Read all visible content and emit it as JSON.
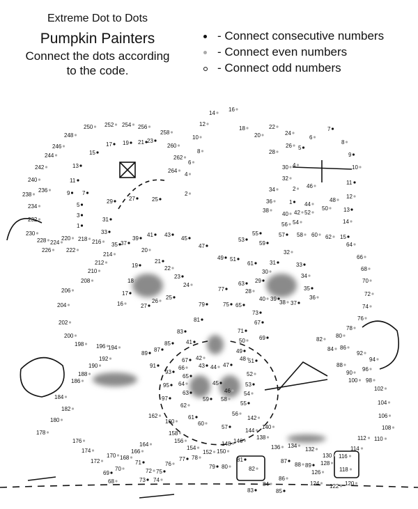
{
  "header": {
    "series": "Extreme Dot to Dots",
    "title": "Pumpkin Painters",
    "instruction": "Connect the dots according to the code."
  },
  "legend": [
    {
      "symbol": "black-dot-icon",
      "text": "- Connect consecutive numbers"
    },
    {
      "symbol": "gray-dot-icon",
      "text": "- Connect even numbers"
    },
    {
      "symbol": "hollow-dot-icon",
      "text": "- Connect odd numbers"
    }
  ],
  "colors": {
    "ink": "#111111",
    "gray_dot": "#aaaaaa",
    "shading": "#8a8a8a"
  },
  "dot_labels": [
    "14",
    "16",
    "12",
    "18",
    "20",
    "22",
    "10",
    "24",
    "26",
    "5",
    "6",
    "7",
    "8",
    "9",
    "28",
    "8",
    "6",
    "262",
    "30",
    "4",
    "10",
    "32",
    "2",
    "11",
    "34",
    "36",
    "1",
    "44",
    "48",
    "12",
    "38",
    "40",
    "42",
    "52",
    "50",
    "13",
    "54",
    "56",
    "14",
    "57",
    "58",
    "60",
    "62",
    "15",
    "64",
    "46",
    "248",
    "250",
    "252",
    "254",
    "256",
    "258",
    "246",
    "15",
    "17",
    "19",
    "21",
    "23",
    "260",
    "244",
    "13",
    "242",
    "264",
    "4",
    "11",
    "240",
    "2",
    "9",
    "7",
    "236",
    "238",
    "234",
    "5",
    "29",
    "27",
    "25",
    "3",
    "232",
    "1",
    "31",
    "33",
    "41",
    "43",
    "39",
    "37",
    "35",
    "230",
    "228",
    "220",
    "224",
    "218",
    "216",
    "226",
    "222",
    "214",
    "212",
    "210",
    "208",
    "206",
    "204",
    "202",
    "200",
    "198",
    "196",
    "194",
    "192",
    "190",
    "188",
    "186",
    "184",
    "182",
    "180",
    "178",
    "176",
    "174",
    "172",
    "170",
    "168",
    "166",
    "164",
    "71",
    "72",
    "73",
    "74",
    "68",
    "69",
    "70",
    "75",
    "76",
    "77",
    "78",
    "152",
    "154",
    "156",
    "158",
    "160",
    "162",
    "97",
    "95",
    "93",
    "91",
    "89",
    "87",
    "85",
    "83",
    "81",
    "79",
    "77",
    "75",
    "73",
    "71",
    "69",
    "67",
    "65",
    "63",
    "61",
    "45",
    "47",
    "53",
    "55",
    "59",
    "49",
    "51",
    "16",
    "17",
    "18",
    "19",
    "20",
    "21",
    "22",
    "23",
    "24",
    "25",
    "26",
    "27",
    "28",
    "29",
    "30",
    "31",
    "32",
    "33",
    "34",
    "35",
    "36",
    "37",
    "38",
    "39",
    "40",
    "41",
    "67",
    "43",
    "66",
    "65",
    "64",
    "63",
    "62",
    "61",
    "60",
    "59",
    "57",
    "58",
    "56",
    "55",
    "54",
    "53",
    "52",
    "51",
    "48",
    "49",
    "50",
    "44",
    "45",
    "46",
    "47",
    "42",
    "66",
    "68",
    "70",
    "72",
    "74",
    "76",
    "78",
    "80",
    "82",
    "84",
    "86",
    "88",
    "90",
    "92",
    "94",
    "96",
    "98",
    "100",
    "102",
    "104",
    "106",
    "108",
    "110",
    "112",
    "114",
    "116",
    "118",
    "120",
    "122",
    "124",
    "126",
    "128",
    "130",
    "132",
    "134",
    "136",
    "138",
    "140",
    "142",
    "144",
    "146",
    "148",
    "150",
    "79",
    "80",
    "81",
    "82",
    "83",
    "84",
    "85",
    "86",
    "87",
    "88",
    "89"
  ]
}
